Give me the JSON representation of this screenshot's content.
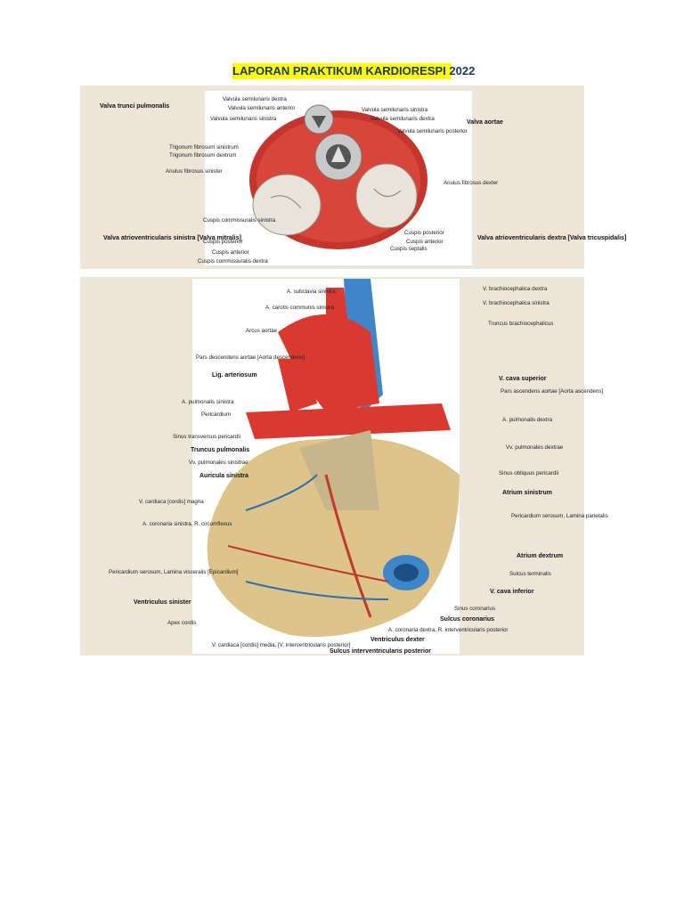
{
  "title": "LAPORAN PRAKTIKUM KARDIORESPI 2022",
  "figure1": {
    "valva_trunci": "Valva trunci pulmonalis",
    "valva_aortae": "Valva aortae",
    "valva_mitralis": "Valva atrioventricularis sinistra [Valva mitralis]",
    "valva_tricuspidalis": "Valva atrioventricularis dextra [Valva tricuspidalis]",
    "left_labels": [
      "Valvula semilunaris dextra",
      "Valvula semilunaris anterior",
      "Valvula semilunaris sinistra",
      "Trigonum fibrosum sinistrum",
      "Trigonum fibrosum dextrum",
      "Anulus fibrosus sinister",
      "Cuspis commissuralis sinistra",
      "Cuspis posterior",
      "Cuspis anterior",
      "Cuspis commissuralis dextra"
    ],
    "right_labels": [
      "Valvula semilunaris sinistra",
      "Valvula semilunaris dextra",
      "Valvula semilunaris posterior",
      "Anulus fibrosus dexter",
      "Cuspis posterior",
      "Cuspis anterior",
      "Cuspis septalis"
    ]
  },
  "figure2": {
    "left_labels": [
      "A. subclavia sinistra",
      "A. carotis communis sinistra",
      "Arcus aortae",
      "Pars descendens aortae [Aorta descendens]",
      "Lig. arteriosum",
      "A. pulmonalis sinistra",
      "Pericardium",
      "Sinus transversus pericardii",
      "Truncus pulmonalis",
      "Vv. pulmonales sinistrae",
      "Auricula sinistra",
      "V. cardiaca [cordis] magna",
      "A. coronaria sinistra, R. circumflexus",
      "Pericardium serosum, Lamina visceralis [Epicardium]",
      "Ventriculus sinister",
      "Apex cordis",
      "V. cardiaca [cordis] media, [V. interventricularis posterior]"
    ],
    "right_labels": [
      "V. brachiocephalica dextra",
      "V. brachiocephalica sinistra",
      "Truncus brachiocephalicus",
      "V. cava superior",
      "Pars ascendens aortae [Aorta ascendens]",
      "A. pulmonalis dextra",
      "Vv. pulmonales dextrae",
      "Sinus obliquus pericardii",
      "Atrium sinistrum",
      "Pericardium serosum, Lamina parietalis",
      "Atrium dextrum",
      "Sulcus terminalis",
      "V. cava inferior",
      "Sinus coronarius",
      "Sulcus coronarius",
      "A. coronaria dextra, R. interventricularis posterior",
      "Ventriculus dexter",
      "Sulcus interventricularis posterior"
    ]
  }
}
